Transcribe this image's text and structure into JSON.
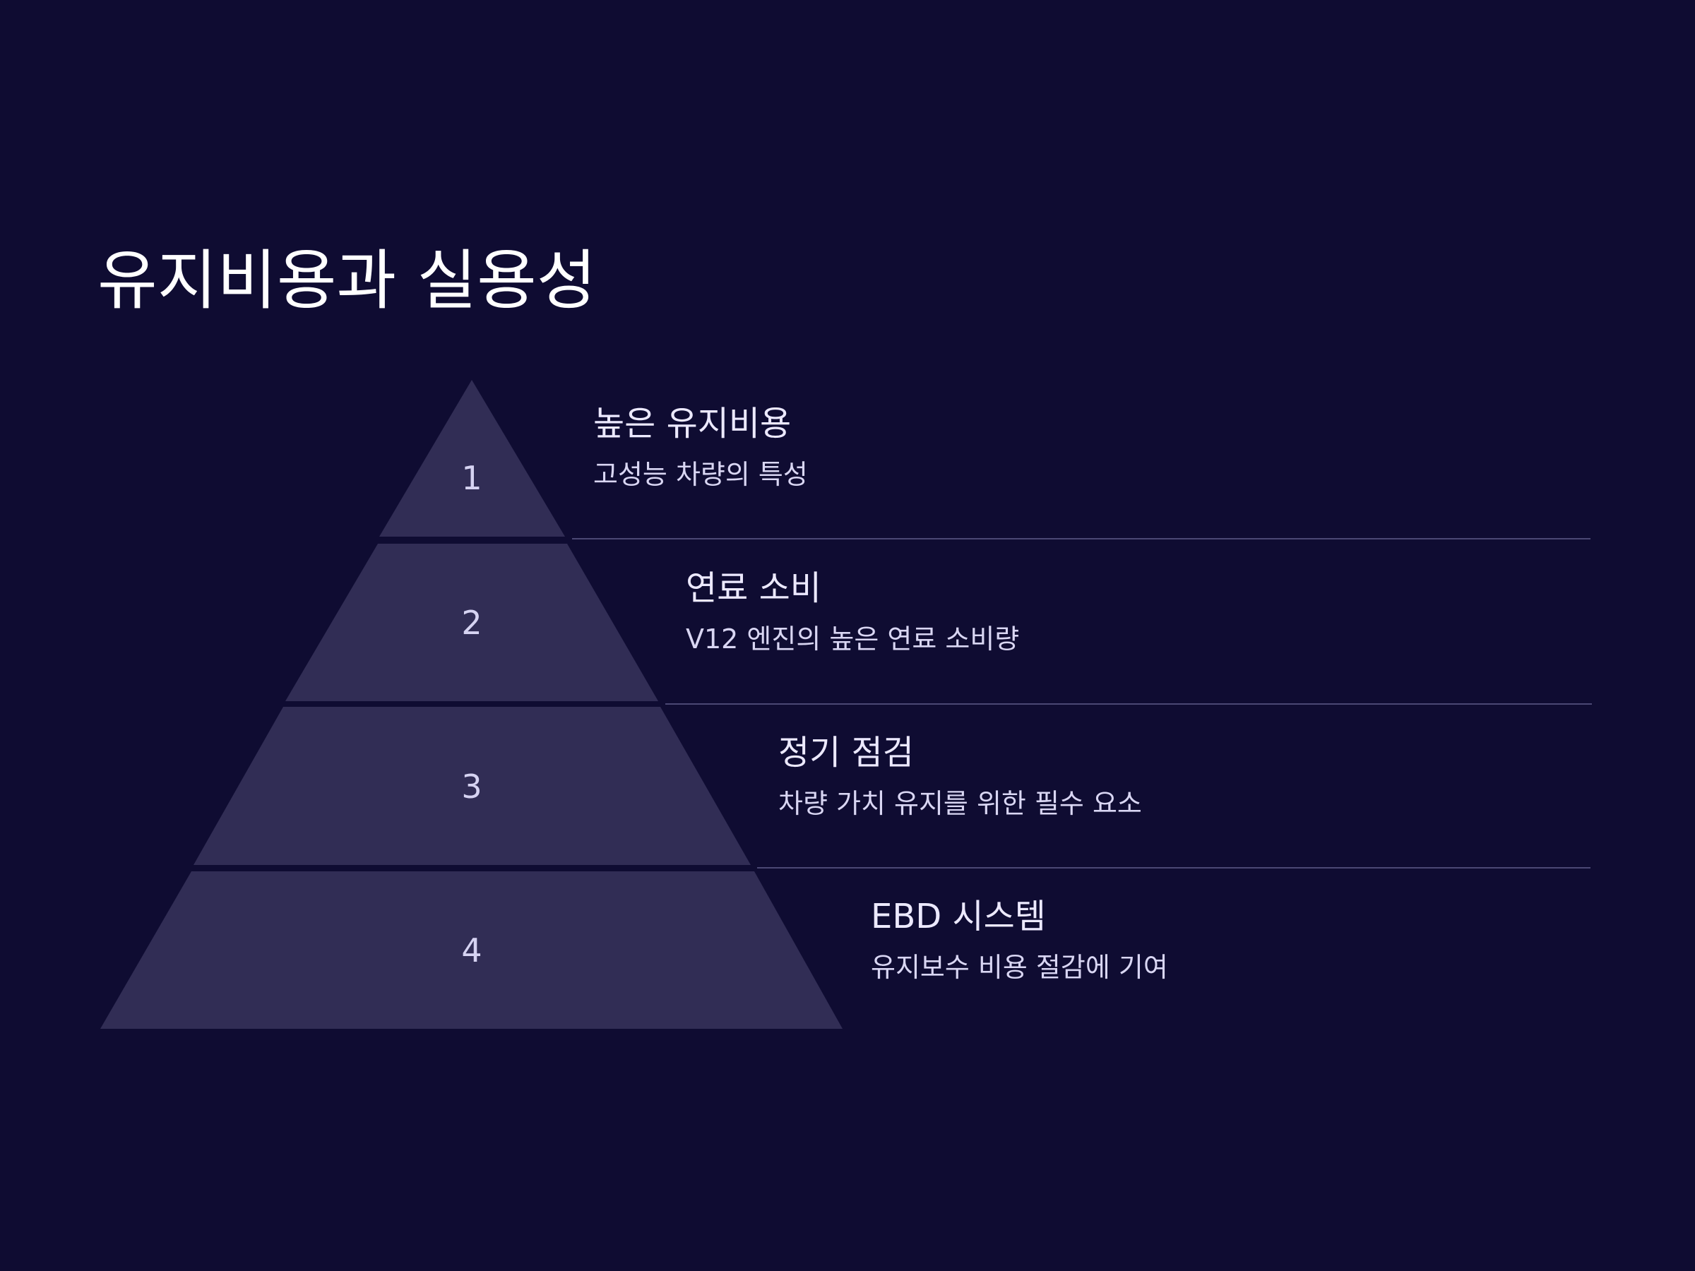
{
  "title": "유지비용과 실용성",
  "colors": {
    "background": "#0f0c32",
    "tier": "#312d55",
    "divider": "#4b4874",
    "text": "#ece9ff"
  },
  "levels": [
    {
      "number": "1",
      "heading": "높은 유지비용",
      "description": "고성능 차량의 특성"
    },
    {
      "number": "2",
      "heading": "연료 소비",
      "description": "V12 엔진의 높은 연료 소비량"
    },
    {
      "number": "3",
      "heading": "정기 점검",
      "description": "차량 가치 유지를 위한 필수 요소"
    },
    {
      "number": "4",
      "heading": "EBD 시스템",
      "description": "유지보수 비용 절감에 기여"
    }
  ]
}
